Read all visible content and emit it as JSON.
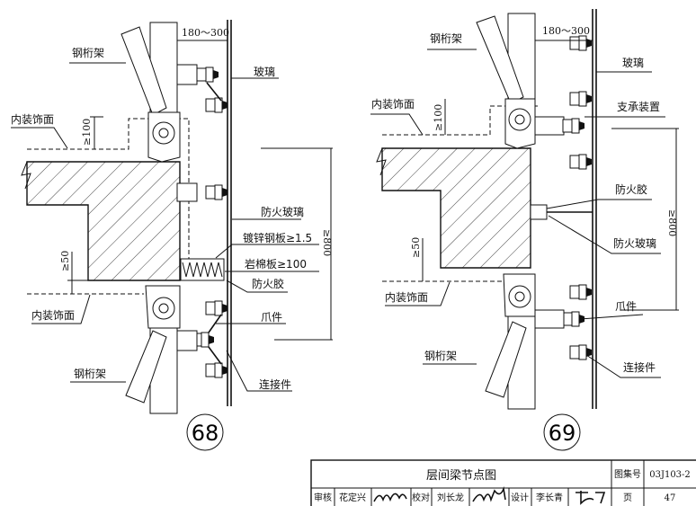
{
  "detail_68": {
    "number": "68",
    "labels": {
      "truss_top": "钢桁架",
      "glass": "玻璃",
      "interior_finish_top": "内装饰面",
      "min_100": "≥100",
      "gap": "180～300",
      "fire_glass": "防火玻璃",
      "galvanized_plate": "镀锌钢板≥1.5",
      "rock_wool": "岩棉板≥100",
      "fire_sealant": "防火胶",
      "min_50": "≥50",
      "interior_finish_bottom": "内装饰面",
      "claw": "爪件",
      "min_800": "≥800",
      "truss_bottom": "钢桁架",
      "connector": "连接件"
    }
  },
  "detail_69": {
    "number": "69",
    "labels": {
      "truss_top": "钢桁架",
      "gap": "180～300",
      "glass": "玻璃",
      "interior_finish_top": "内装饰面",
      "min_100": "≥100",
      "support": "支承装置",
      "min_800": "≥800",
      "fire_sealant": "防火胶",
      "fire_glass": "防火玻璃",
      "min_50": "≥50",
      "interior_finish_bottom": "内装饰面",
      "claw": "爪件",
      "truss_bottom": "钢桁架",
      "connector": "连接件"
    }
  },
  "title_block": {
    "title": "层间梁节点图",
    "atlas_label": "图集号",
    "atlas_no": "03J103-2",
    "review_label": "审核",
    "reviewer": "花定兴",
    "check_label": "校对",
    "checker": "刘长龙",
    "design_label": "设计",
    "designer": "李长青",
    "page_label": "页",
    "page_no": "47"
  }
}
